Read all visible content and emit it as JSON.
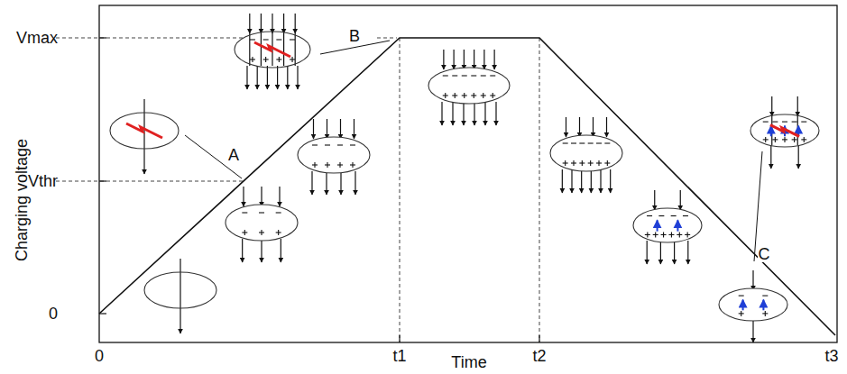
{
  "diagram": {
    "labels": [
      "Charging voltage",
      "Vmax",
      "Vthr",
      "0",
      "0",
      "t1",
      "Time",
      "t2",
      "t3",
      "A",
      "B",
      "C"
    ]
  }
}
